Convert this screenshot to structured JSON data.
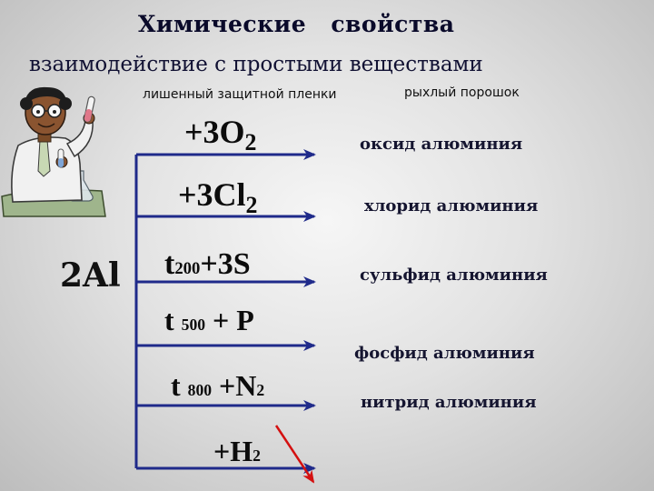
{
  "title": "Химические свойства",
  "subtitle": "взаимодействие с простыми веществами",
  "notes": {
    "left": "лишенный защитной пленки",
    "right": "рыхлый порошок"
  },
  "reactant": "2Al",
  "reactions": [
    {
      "condition": "",
      "reagent": "+3O",
      "subscript": "2",
      "product": "оксид алюминия"
    },
    {
      "condition": "",
      "reagent": "+3Cl",
      "subscript": "2",
      "product": "хлорид алюминия"
    },
    {
      "condition_t": "t",
      "condition_temp": "200",
      "reagent": "+3S",
      "subscript": "",
      "product": "сульфид алюминия"
    },
    {
      "condition_t": "t",
      "condition_temp": "500",
      "reagent": "+ P",
      "subscript": "",
      "product": "фосфид алюминия"
    },
    {
      "condition_t": "t",
      "condition_temp": "800",
      "reagent": "+N",
      "subscript": "2",
      "product": "нитрид алюминия"
    },
    {
      "condition": "",
      "reagent": "+H",
      "subscript": "2",
      "product": ""
    }
  ],
  "colors": {
    "arrow": "#1f2a8a",
    "crossed_arrow": "#d41010"
  },
  "icons": {
    "scientist": "scientist-with-test-tube-illustration"
  }
}
